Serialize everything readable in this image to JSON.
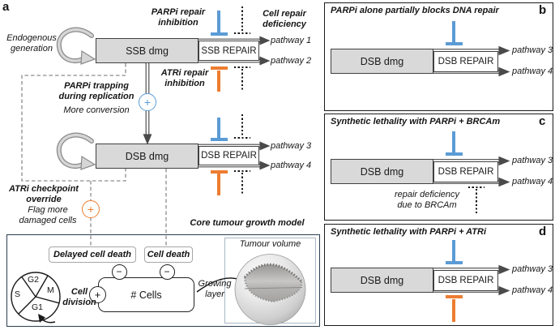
{
  "colors": {
    "inhibitor_blue": "#5b9bd5",
    "inhibitor_orange": "#ed7d31",
    "damage_box_fill": "#d9d9d9",
    "box_border": "#404040",
    "arrow": "#4a4a4a",
    "dashed_line": "#8c8c8c",
    "core_box_border": "#2e3f50",
    "sphere_frame_border": "#a9b8c6"
  },
  "panel_a": {
    "label": "a",
    "endogenous": [
      "Endogenous",
      "generation"
    ],
    "ssb_dmg": "SSB dmg",
    "ssb_repair": "SSB REPAIR",
    "parpi_repair": [
      "PARPi repair",
      "inhibition"
    ],
    "cell_repair_deficiency": [
      "Cell repair",
      "deficiency"
    ],
    "atri_repair": [
      "ATRi repair",
      "inhibition"
    ],
    "pathway1": "pathway 1",
    "pathway2": "pathway 2",
    "parpi_trapping": [
      "PARPi trapping",
      "during replication"
    ],
    "more_conversion": "More conversion",
    "dsb_dmg": "DSB dmg",
    "dsb_repair": "DSB REPAIR",
    "pathway3": "pathway 3",
    "pathway4": "pathway 4",
    "atri_checkpoint": [
      "ATRi checkpoint",
      "override"
    ],
    "flag_more": [
      "Flag more",
      "damaged cells"
    ],
    "plus": "+",
    "minus": "−",
    "core": {
      "title": "Core tumour growth model",
      "delayed_cell_death": "Delayed cell death",
      "cell_death": "Cell death",
      "cycle": {
        "g2": "G2",
        "m": "M",
        "s": "S",
        "g1": "G1"
      },
      "cell_division": [
        "Cell",
        "division"
      ],
      "num_cells": "# Cells",
      "growing_layer": [
        "Growing",
        "layer"
      ],
      "tumour_volume": "Tumour volume"
    }
  },
  "panel_b": {
    "label": "b",
    "title": "PARPi alone partially blocks DNA repair",
    "dmg": "DSB dmg",
    "repair": "DSB REPAIR",
    "pathway3": "pathway 3",
    "pathway4": "pathway 4"
  },
  "panel_c": {
    "label": "c",
    "title": "Synthetic lethality with PARPi + BRCAm",
    "dmg": "DSB dmg",
    "repair": "DSB REPAIR",
    "pathway3": "pathway 3",
    "pathway4": "pathway 4",
    "note": [
      "repair deficiency",
      "due to BRCAm"
    ]
  },
  "panel_d": {
    "label": "d",
    "title": "Synthetic lethality with PARPi + ATRi",
    "dmg": "DSB dmg",
    "repair": "DSB REPAIR",
    "pathway3": "pathway 3",
    "pathway4": "pathway 4"
  }
}
